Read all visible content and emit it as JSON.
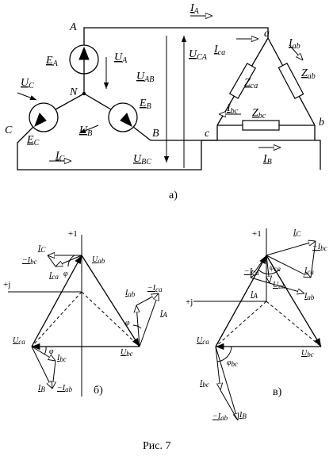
{
  "fig_a": {
    "subcaption": "а)",
    "node_A": "A",
    "node_B": "B",
    "node_C": "C",
    "node_N": "N",
    "node_a": "a",
    "node_b": "b",
    "node_c": "c",
    "I_A": "I",
    "I_A_sub": "A",
    "I_B": "I",
    "I_B_sub": "B",
    "I_C": "I",
    "I_C_sub": "C",
    "I_ab": "I",
    "I_ab_sub": "ab",
    "I_bc": "I",
    "I_bc_sub": "bc",
    "I_ca": "I",
    "I_ca_sub": "ca",
    "Z_ab": "Z",
    "Z_ab_sub": "ab",
    "Z_bc": "Z",
    "Z_bc_sub": "bc",
    "Z_ca": "Z",
    "Z_ca_sub": "ca",
    "E_A": "E",
    "E_A_sub": "A",
    "E_B": "E",
    "E_B_sub": "B",
    "E_C": "E",
    "E_C_sub": "C",
    "U_A": "U",
    "U_A_sub": "A",
    "U_B": "U",
    "U_B_sub": "B",
    "U_C": "U",
    "U_C_sub": "C",
    "U_AB": "U",
    "U_AB_sub": "AB",
    "U_BC": "U",
    "U_BC_sub": "BC",
    "U_CA": "U",
    "U_CA_sub": "CA"
  },
  "fig_b": {
    "subcaption": "б)",
    "axis_real": "+1",
    "axis_imag": "+j",
    "U_ab": "U",
    "U_ab_sub": "ab",
    "U_bc": "U",
    "U_bc_sub": "bc",
    "U_ca": "U",
    "U_ca_sub": "ca",
    "I_C": "I",
    "I_C_sub": "C",
    "neg_I_bc": "−I",
    "neg_I_bc_sub": "bc",
    "I_ca": "I",
    "I_ca_sub": "ca",
    "phi1": "φ",
    "I_ab": "I",
    "I_ab_sub": "ab",
    "neg_I_ca": "−I",
    "neg_I_ca_sub": "ca",
    "phi2": "φ",
    "I_A": "I",
    "I_A_sub": "A",
    "phi3": "φ",
    "I_bc": "I",
    "I_bc_sub": "bc",
    "I_B": "I",
    "I_B_sub": "B",
    "neg_I_ab": "−I",
    "neg_I_ab_sub": "ab"
  },
  "fig_c": {
    "subcaption": "в)",
    "axis_real": "+1",
    "axis_imag": "+j",
    "I_C": "I",
    "I_C_sub": "C",
    "neg_I_bc": "−I",
    "neg_I_bc_sub": "bc",
    "neg_I_ca": "−I",
    "neg_I_ca_sub": "ca",
    "phi_ca": "φ",
    "phi_ca_sub": "ca",
    "I_ca": "I",
    "I_ca_sub": "ca",
    "I_A": "I",
    "I_A_sub": "A",
    "U_ab": "U",
    "U_ab_sub": "ab",
    "I_ab": "I",
    "I_ab_sub": "ab",
    "U_ca": "U",
    "U_ca_sub": "ca",
    "U_bc": "U",
    "U_bc_sub": "bc",
    "phi_bc": "φ",
    "phi_bc_sub": "bc",
    "I_bc": "I",
    "I_bc_sub": "bc",
    "neg_I_ab": "−I",
    "neg_I_ab_sub": "ab",
    "I_B": "I",
    "I_B_sub": "B"
  },
  "caption": "Рис. 7"
}
